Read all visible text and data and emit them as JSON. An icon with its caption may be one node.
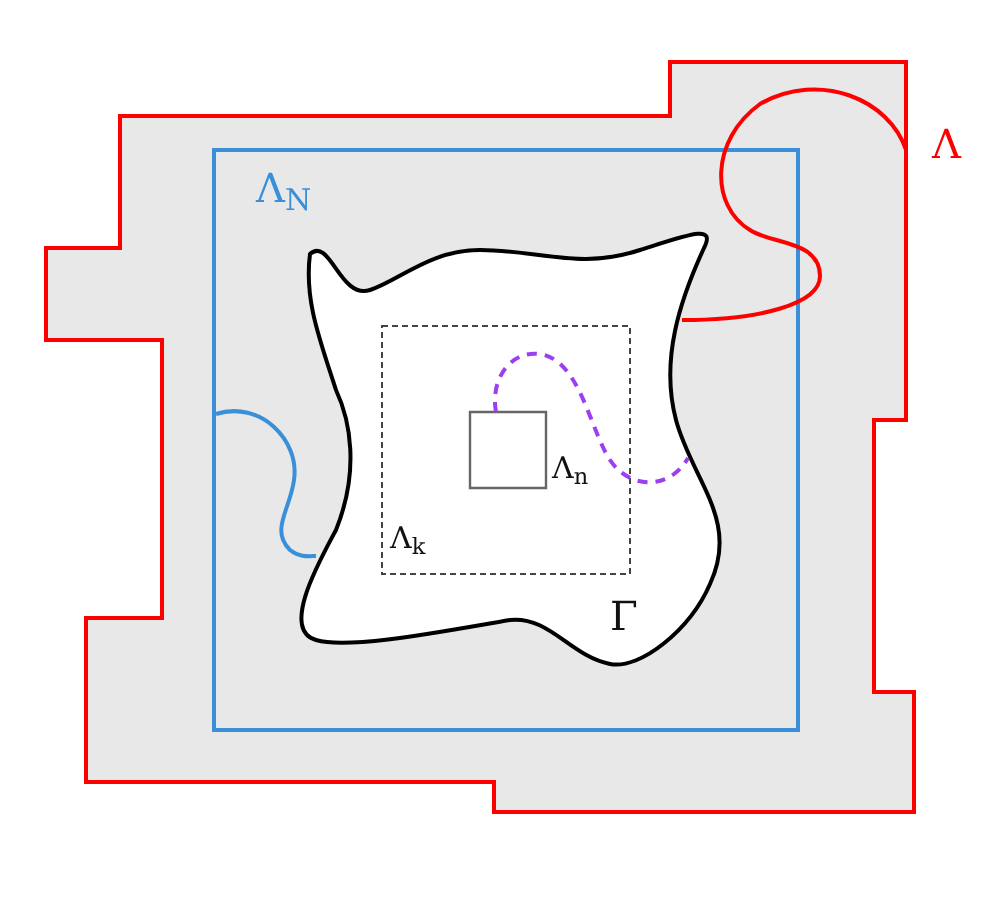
{
  "diagram": {
    "nodes": [
      {
        "text": [
          "Λ"
        ]
      },
      {
        "text": [
          "Λ$_{N}$"
        ],
        "in": 0
      },
      {
        "text": [
          "Γ"
        ],
        "in": 1
      },
      {
        "text": [
          "Λ$_{k}$"
        ],
        "in": 2
      },
      {
        "text": [
          "Λ$_{n}$"
        ],
        "in": 3
      }
    ],
    "edges": [
      {
        "from": 2,
        "to": 0,
        "arrow": "none",
        "color": "#ff0000"
      },
      {
        "from": 1,
        "to": 2,
        "arrow": "none",
        "color": "#3a8fd9"
      },
      {
        "from": 4,
        "to": 2,
        "arrow": "none",
        "style": "dashed",
        "color": "#9b3ff0"
      }
    ]
  }
}
